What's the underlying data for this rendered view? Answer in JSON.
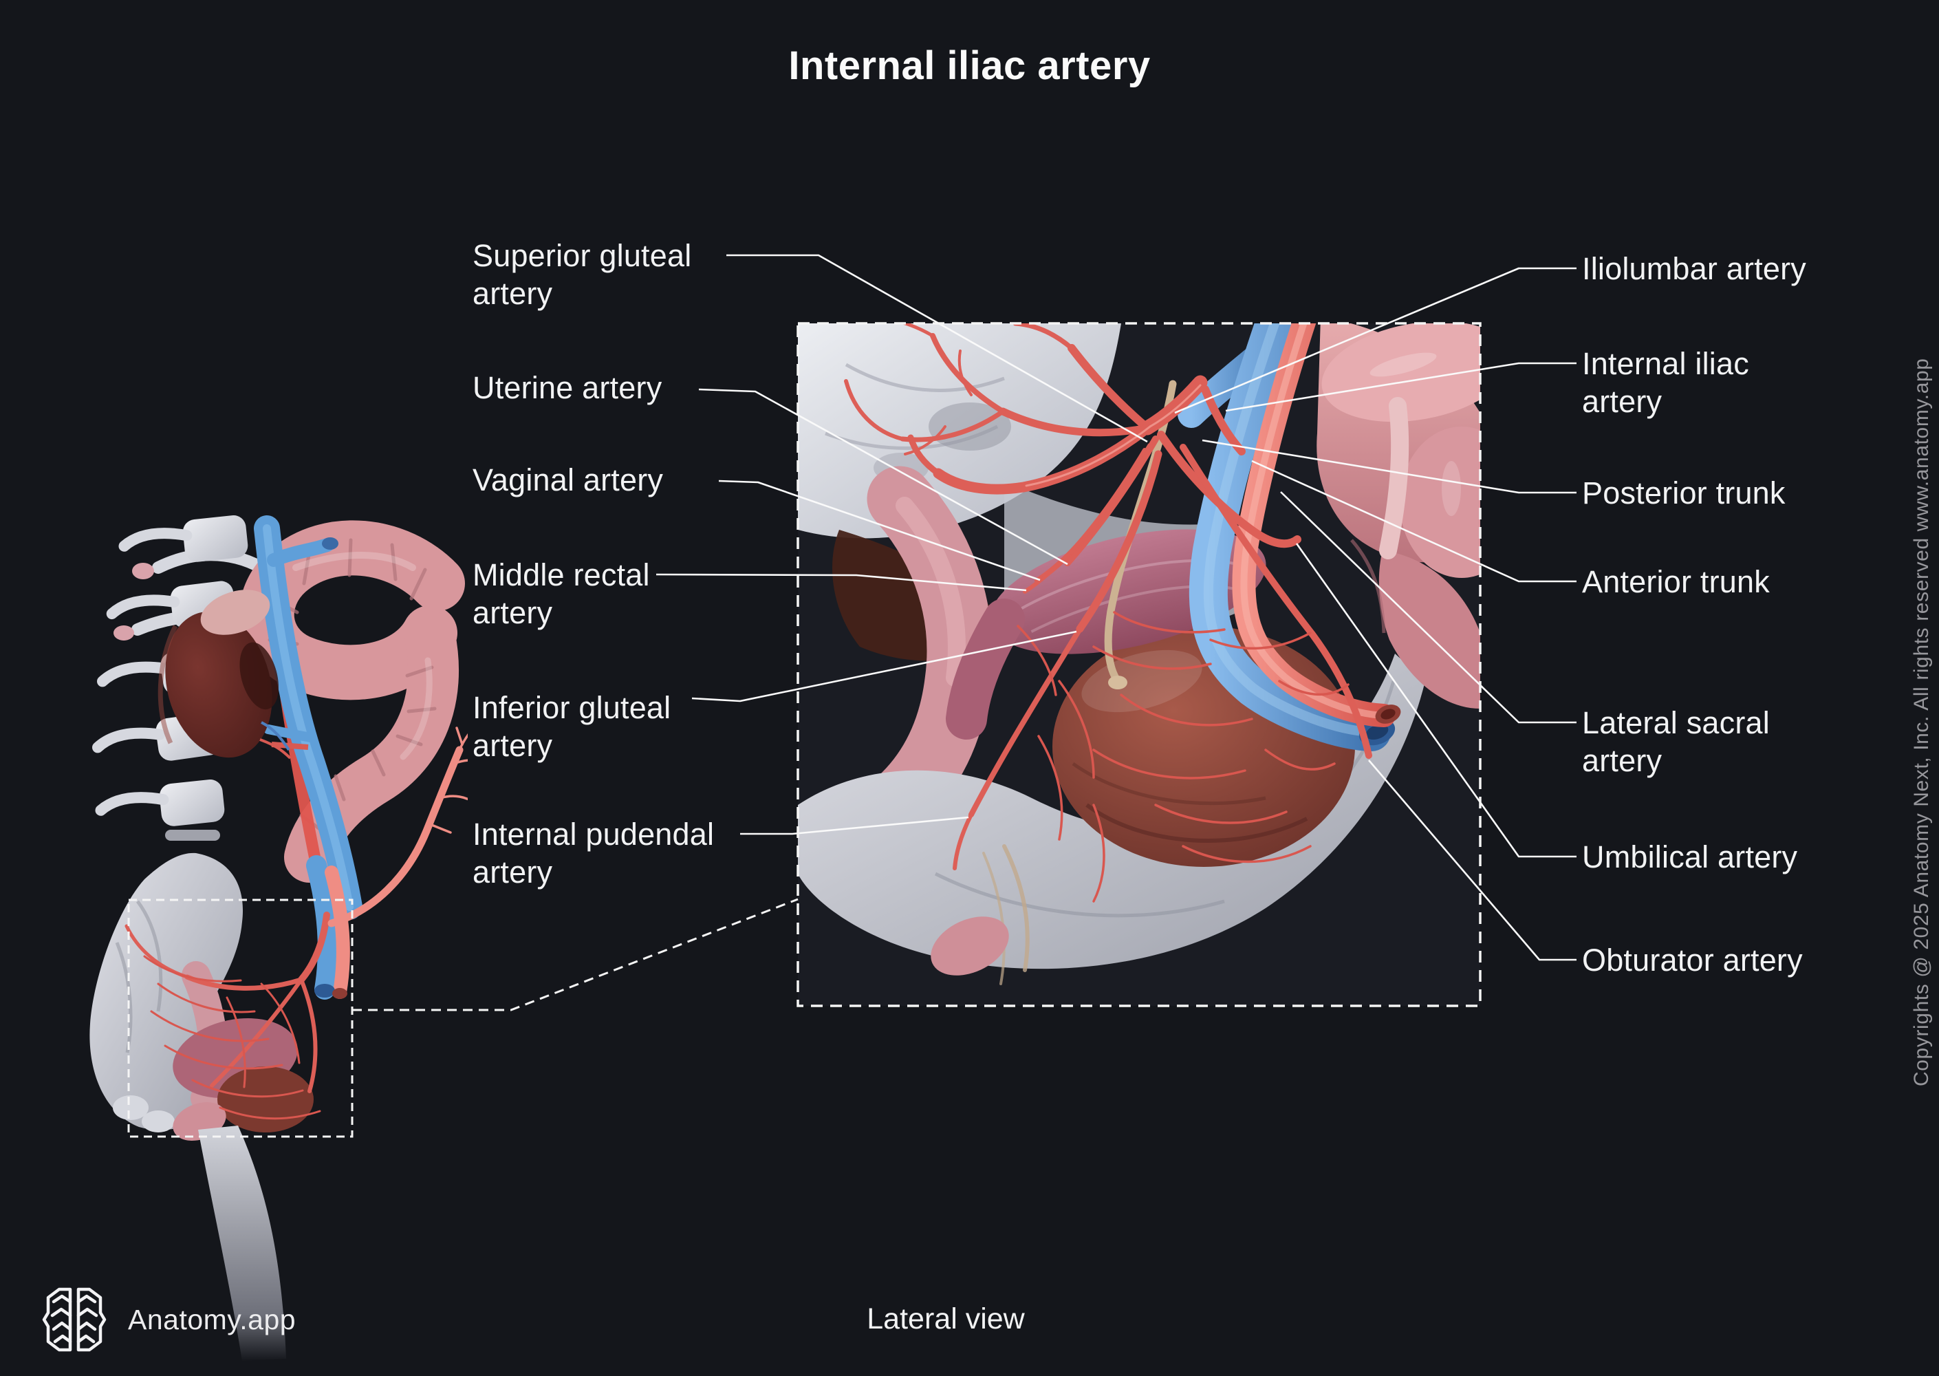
{
  "title": "Internal iliac artery",
  "view_label": "Lateral view",
  "brand": {
    "name": "Anatomy.app",
    "logo_icon": "brain-circuit-icon"
  },
  "copyright_vertical": "Copyrights @ 2025 Anatomy Next, Inc. All rights reserved www.anatomy.app",
  "labels_left": [
    {
      "id": "superior-gluteal-artery",
      "text": "Superior gluteal\nartery"
    },
    {
      "id": "uterine-artery",
      "text": "Uterine artery"
    },
    {
      "id": "vaginal-artery",
      "text": "Vaginal artery"
    },
    {
      "id": "middle-rectal-artery",
      "text": "Middle rectal\nartery"
    },
    {
      "id": "inferior-gluteal-artery",
      "text": "Inferior gluteal\nartery"
    },
    {
      "id": "internal-pudendal-artery",
      "text": "Internal pudendal\nartery"
    }
  ],
  "labels_right": [
    {
      "id": "iliolumbar-artery",
      "text": "Iliolumbar artery"
    },
    {
      "id": "internal-iliac-artery",
      "text": "Internal iliac\nartery"
    },
    {
      "id": "posterior-trunk",
      "text": "Posterior trunk"
    },
    {
      "id": "anterior-trunk",
      "text": "Anterior trunk"
    },
    {
      "id": "lateral-sacral-artery",
      "text": "Lateral sacral\nartery"
    },
    {
      "id": "umbilical-artery",
      "text": "Umbilical artery"
    },
    {
      "id": "obturator-artery",
      "text": "Obturator artery"
    }
  ],
  "colors": {
    "background": "#14161b",
    "label_text": "#f2f3f4",
    "leader_line": "#fafafa",
    "artery_red": "#dd5f57",
    "artery_salmon": "#ef8d84",
    "vein_blue": "#5f9fd9",
    "bone": "#d8dade",
    "gut_pink": "#d8979c",
    "bladder_maroon": "#7c392f",
    "copyright_text": "#97979c"
  }
}
